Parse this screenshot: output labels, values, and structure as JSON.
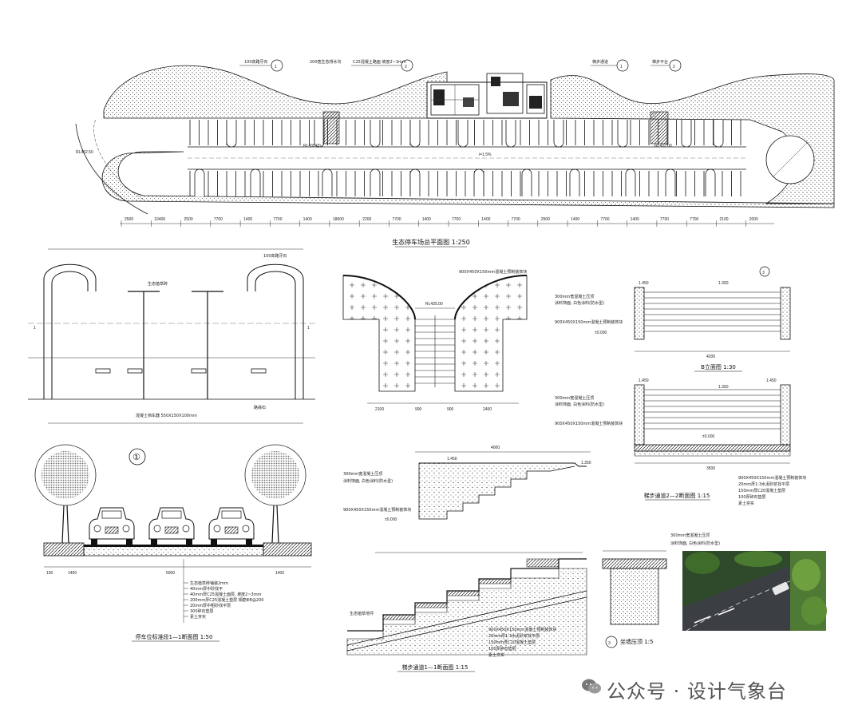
{
  "titles": {
    "plan": "生态停车场总平面图 1:250",
    "section_parking": "停车位标准段1—1断面图 1:50",
    "stair_section_1": "梯步通道1—1断面图 1:15",
    "stair_section_2": "梯步通道2—2断面图 1:15",
    "b_elevation": "B立面图 1:30",
    "seat_wall": "坐墙压顶 1:5"
  },
  "callouts": {
    "c1": "1",
    "c2": "2",
    "c3": "3",
    "c_circle": "①"
  },
  "plan_notes": {
    "n1": "100高路牙石",
    "n2": "200宽生态排水沟",
    "n3": "C25混凝土路面 坡度2~3mm",
    "n4": "梯步通道",
    "n5": "梯步平台",
    "rl1": "RL432.50",
    "rl2": "RL435.00",
    "rl3": "RL432.00",
    "slope": "i=1.5%"
  },
  "plan_dims": [
    "2500",
    "10400",
    "2500",
    "7700",
    "1400",
    "7700",
    "1400",
    "18600",
    "2200",
    "7700",
    "1400",
    "7700",
    "1400",
    "7700",
    "2500",
    "1400",
    "7700",
    "1400",
    "7700",
    "7700",
    "2100",
    "2000"
  ],
  "detail_notes": {
    "plant_mark": "生态植草砖",
    "block": "混凝土挡车器 550X150X100mm",
    "curb": "路缘石",
    "stone": "900X450X150mm混凝土预制装饰块",
    "cap300": "300mm宽混凝土压顶",
    "finish": "涂料饰面, 白色涂料(防水型)",
    "rl435": "RL435.00",
    "zero": "±0.000",
    "h1450": "1.450",
    "h1350": "1.350",
    "grass": "生态植草地坪",
    "layer1": "20mm厚1:3水泥砂浆找平层",
    "layer2": "150mm厚C20混凝土垫层",
    "layer3": "100厚碎石垫层",
    "layer4": "素土夯实"
  },
  "section_layers": [
    "生态植草砖铺装2mm",
    "40mm厚中砂找平",
    "40mm厚C25混凝土面层, 坡度2~3mm",
    "200mm厚C25混凝土垫层 钢筋Φ8@200",
    "20mm厚中粗砂找平层",
    "300碎石垫层",
    "素土夯实"
  ],
  "watermark": {
    "text": "公众号 · 设计气象台"
  }
}
